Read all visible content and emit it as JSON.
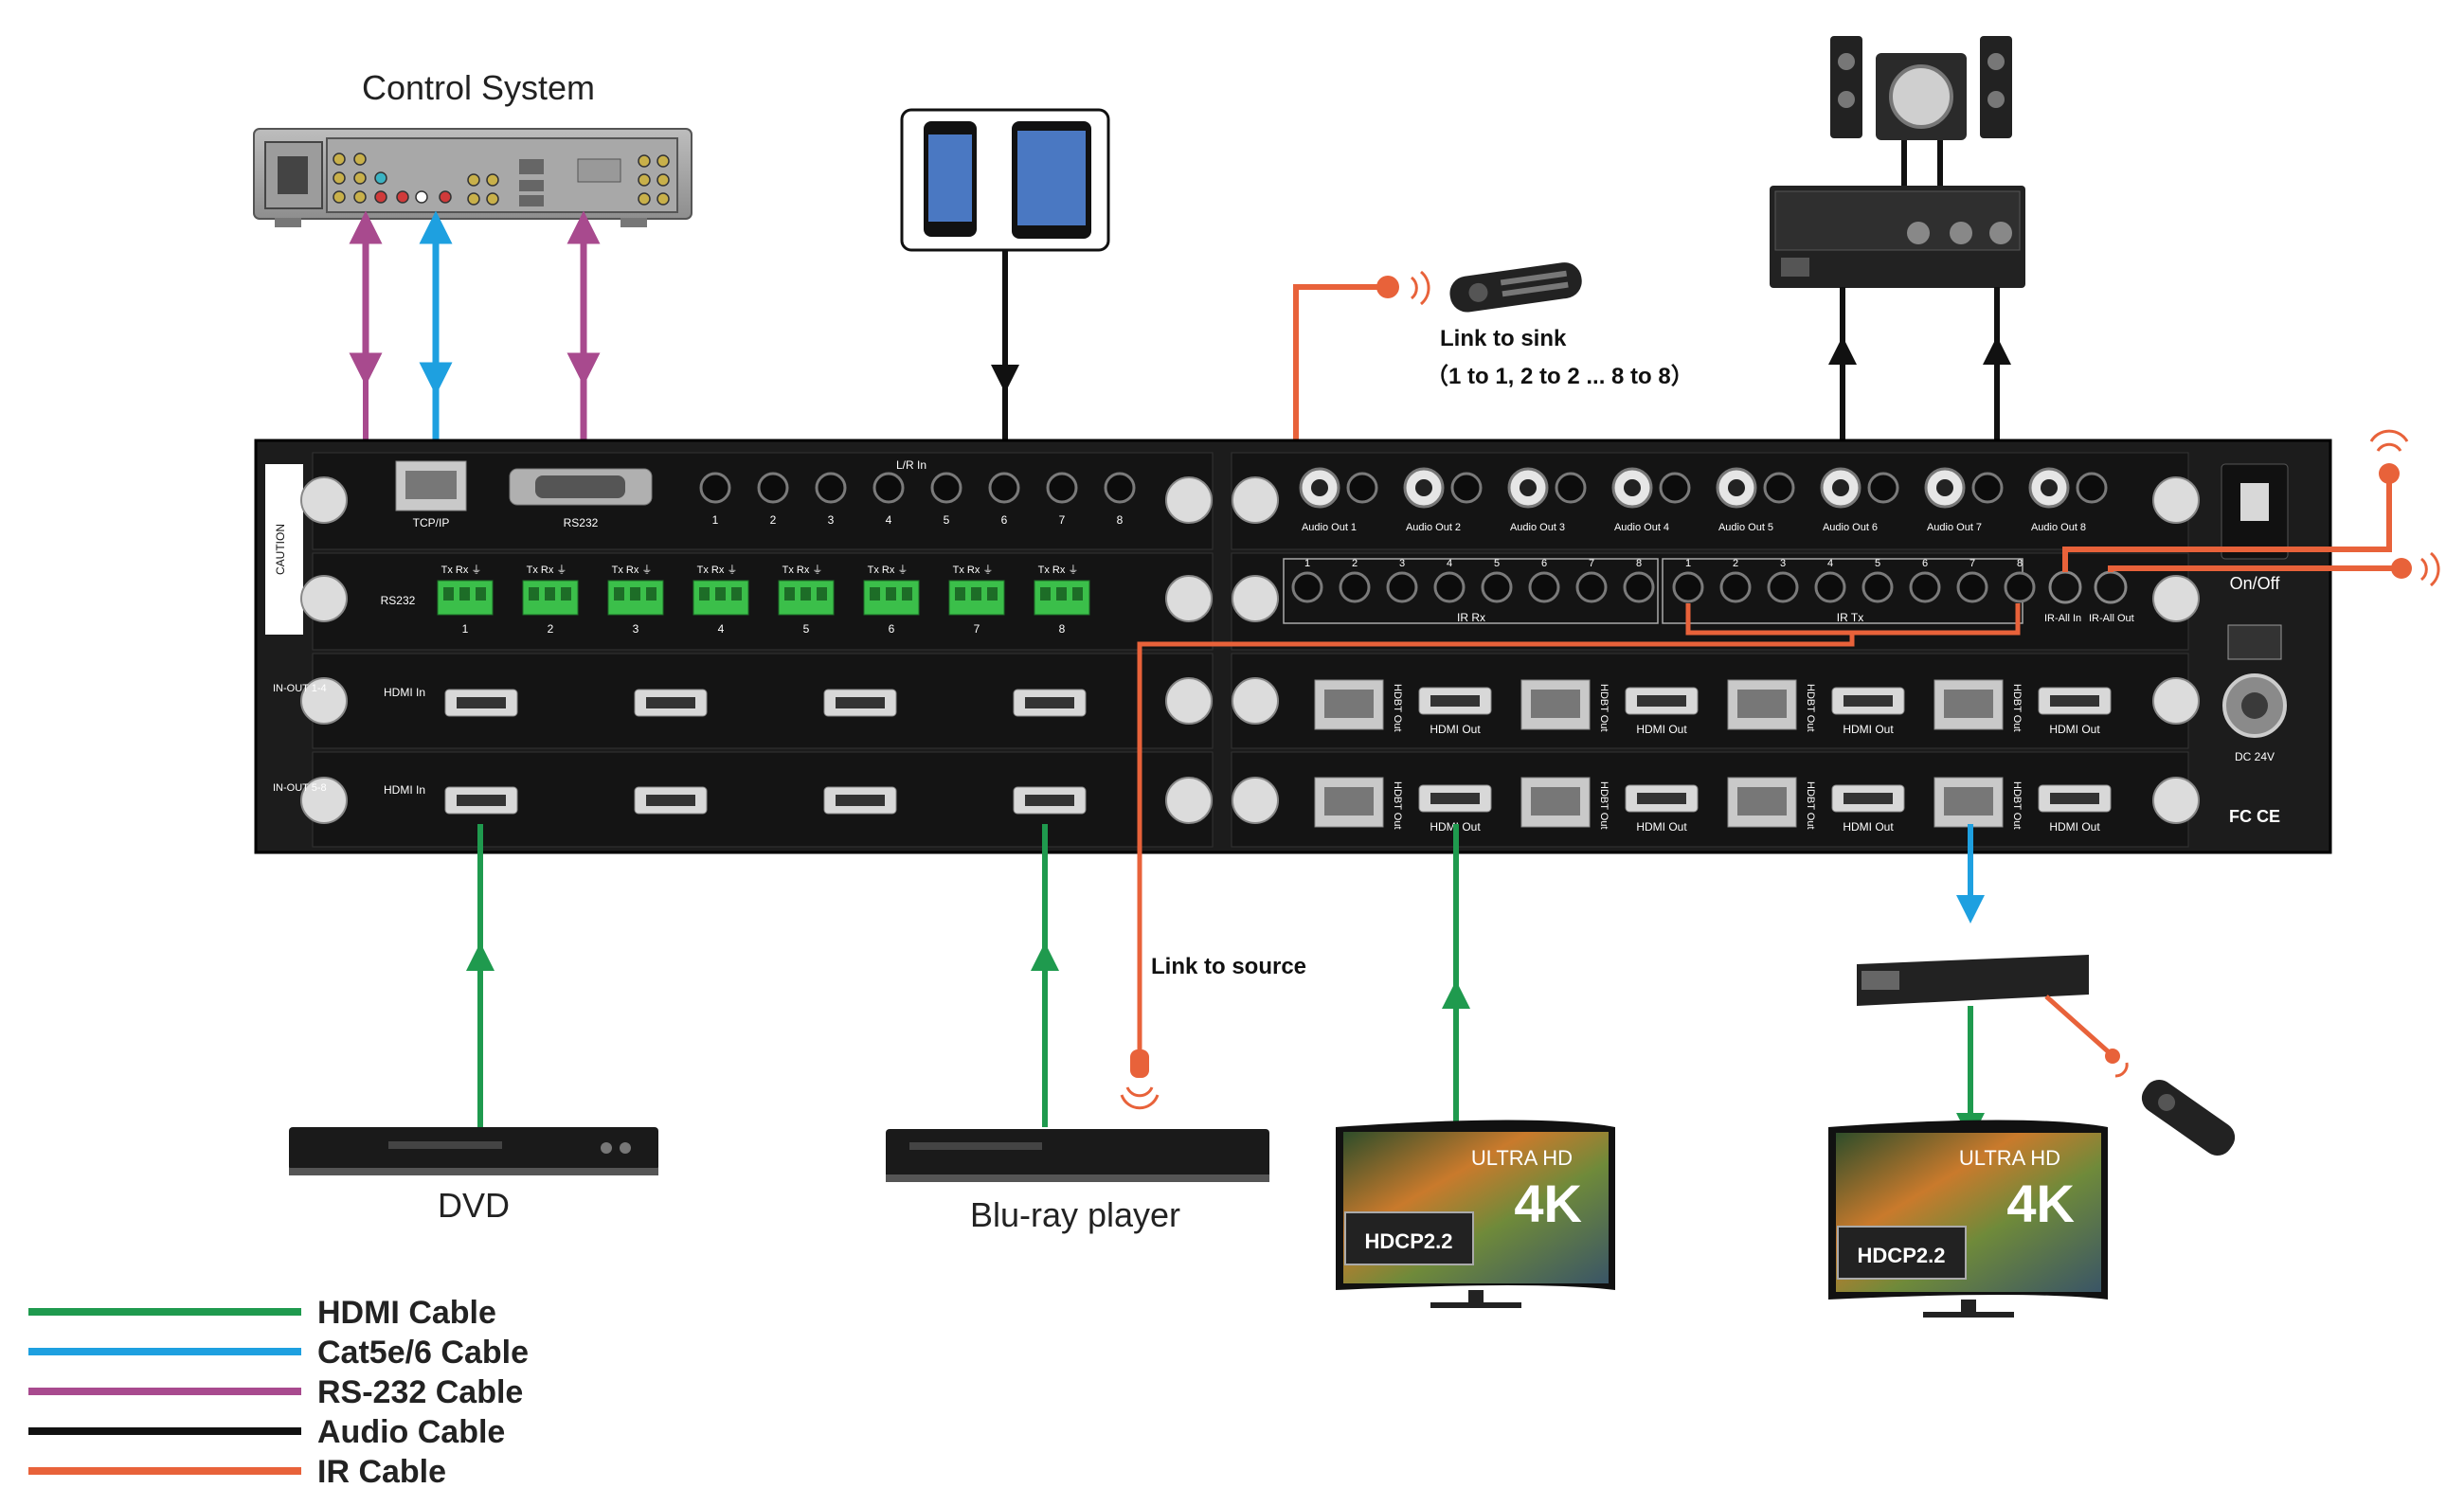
{
  "colors": {
    "hdmi": "#1f9a4e",
    "cat": "#1ea0e0",
    "rs232": "#a84a8e",
    "audio": "#111111",
    "ir": "#e8623a",
    "chassis": "#1c1c1c",
    "panel_text": "#ffffff",
    "terminal": "#3bbf4a"
  },
  "labels": {
    "control_system": "Control System",
    "link_to_sink": "Link to sink",
    "link_to_sink_detail": "（1 to 1, 2 to 2 ... 8 to 8）",
    "link_to_source": "Link to source",
    "dvd": "DVD",
    "bluray": "Blu-ray player",
    "on_off": "On/Off",
    "dc": "DC  24V",
    "fc_ce": "FC  CE",
    "caution": "CAUTION"
  },
  "tv": {
    "brand": "ULTRA HD",
    "res": "4K",
    "hdcp": "HDCP2.2"
  },
  "panel": {
    "tcpip": "TCP/IP",
    "rs232_port": "RS232",
    "rs232_term": "RS232",
    "lr_in": "L/R In",
    "txrx": "Tx Rx ⏚",
    "hdmi_in": "HDMI In",
    "in_out_14": "IN-OUT 1-4",
    "in_out_58": "IN-OUT 5-8",
    "ir_rx": "IR Rx",
    "ir_tx": "IR Tx",
    "ir_all_in": "IR-All In",
    "ir_all_out": "IR-All Out",
    "hdbt_out": "HDBT Out",
    "hdmi_out": "HDMI Out",
    "numbers": [
      "1",
      "2",
      "3",
      "4",
      "5",
      "6",
      "7",
      "8"
    ],
    "audio_outs": [
      "Audio Out 1",
      "Audio Out 2",
      "Audio Out 3",
      "Audio Out 4",
      "Audio Out 5",
      "Audio Out 6",
      "Audio Out 7",
      "Audio Out 8"
    ]
  },
  "legend": [
    {
      "label": "HDMI Cable",
      "color": "#1f9a4e"
    },
    {
      "label": "Cat5e/6 Cable",
      "color": "#1ea0e0"
    },
    {
      "label": "RS-232 Cable",
      "color": "#a84a8e"
    },
    {
      "label": "Audio Cable",
      "color": "#111111"
    },
    {
      "label": "IR Cable",
      "color": "#e8623a"
    }
  ]
}
